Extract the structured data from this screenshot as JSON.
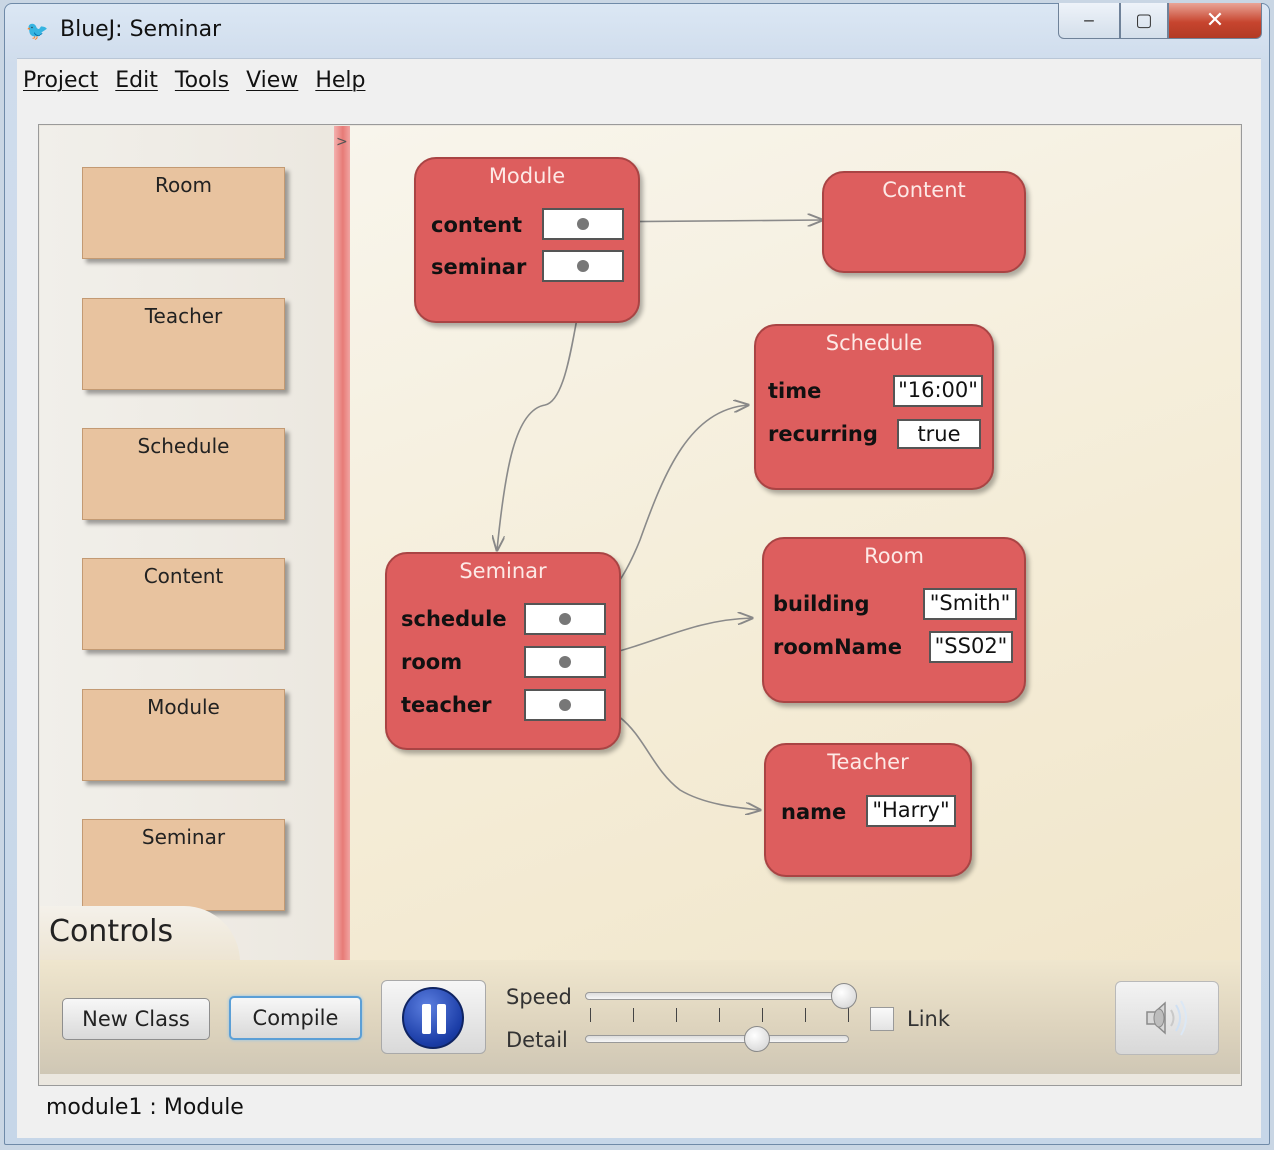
{
  "window": {
    "title": "BlueJ:  Seminar"
  },
  "menu": [
    "Project",
    "Edit",
    "Tools",
    "View",
    "Help"
  ],
  "class_panel": {
    "classes": [
      "Room",
      "Teacher",
      "Schedule",
      "Content",
      "Module",
      "Seminar"
    ]
  },
  "objects": {
    "module": {
      "title": "Module",
      "fields": [
        {
          "name": "content"
        },
        {
          "name": "seminar"
        }
      ]
    },
    "content": {
      "title": "Content"
    },
    "schedule": {
      "title": "Schedule",
      "fields": [
        {
          "name": "time",
          "value": "\"16:00\""
        },
        {
          "name": "recurring",
          "value": "true"
        }
      ]
    },
    "seminar": {
      "title": "Seminar",
      "fields": [
        {
          "name": "schedule"
        },
        {
          "name": "room"
        },
        {
          "name": "teacher"
        }
      ]
    },
    "room": {
      "title": "Room",
      "fields": [
        {
          "name": "building",
          "value": "\"Smith\""
        },
        {
          "name": "roomName",
          "value": "\"SS02\""
        }
      ]
    },
    "teacher": {
      "title": "Teacher",
      "fields": [
        {
          "name": "name",
          "value": "\"Harry\""
        }
      ]
    }
  },
  "controls": {
    "tab_label": "Controls",
    "new_class": "New Class",
    "compile": "Compile",
    "speed_label": "Speed",
    "detail_label": "Detail",
    "link_label": "Link",
    "speed_value": 1.0,
    "detail_value": 0.67,
    "link_checked": false
  },
  "status": {
    "text": "module1 : Module"
  },
  "icons": {
    "app": "bluej-bird-icon",
    "pause": "pause-icon",
    "sound": "speaker-icon"
  },
  "colors": {
    "object_fill": "#dd5e5e",
    "class_fill": "#e8c39f",
    "divider": "#e77b77",
    "canvas_bg": "#f4ecd6"
  }
}
